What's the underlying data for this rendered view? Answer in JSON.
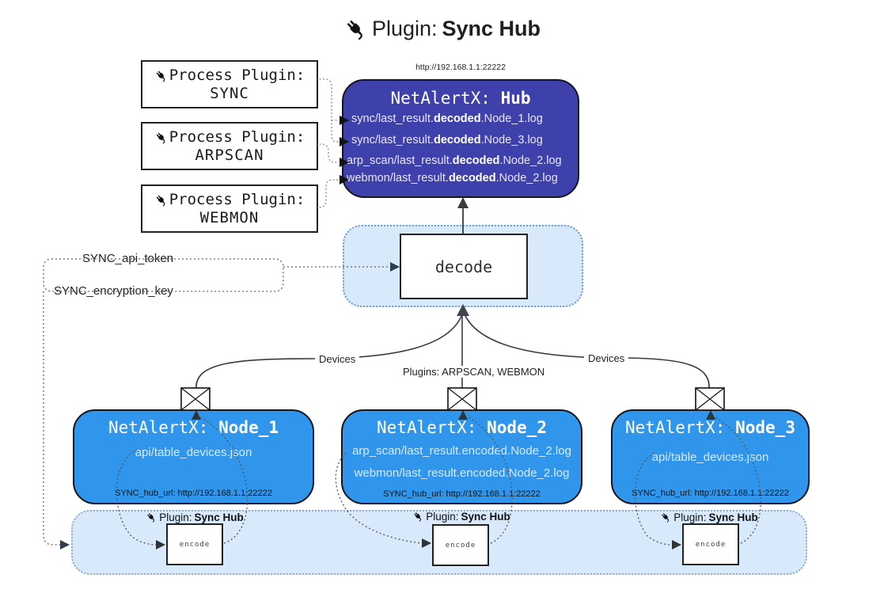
{
  "title": {
    "label": "Plugin:",
    "name": "Sync Hub"
  },
  "process_plugins": {
    "items": [
      {
        "label": "Process Plugin:",
        "name": "SYNC"
      },
      {
        "label": "Process Plugin:",
        "name": "ARPSCAN"
      },
      {
        "label": "Process Plugin:",
        "name": "WEBMON"
      }
    ]
  },
  "hub": {
    "url": "http://192.168.1.1:22222",
    "title_label": "NetAlertX:",
    "title_name": "Hub",
    "logs": [
      {
        "pre": "sync/last_result.",
        "bold": "decoded",
        "post": ".Node_1.log"
      },
      {
        "pre": "sync/last_result.",
        "bold": "decoded",
        "post": ".Node_3.log"
      },
      {
        "pre": "arp_scan/last_result.",
        "bold": "decoded",
        "post": ".Node_2.log"
      },
      {
        "pre": "webmon/last_result.",
        "bold": "decoded",
        "post": ".Node_2.log"
      }
    ]
  },
  "decode_label": "decode",
  "secrets": {
    "api_token": "SYNC_api_token",
    "encryption_key": "SYNC_encryption_key"
  },
  "edges": {
    "left": "Devices",
    "center": "Plugins: ARPSCAN, WEBMON",
    "right": "Devices"
  },
  "nodes": [
    {
      "title_label": "NetAlertX:",
      "title_name": "Node_1",
      "files": [
        "api/table_devices.json"
      ],
      "hub_url": "SYNC_hub_url: http://192.168.1.1:22222"
    },
    {
      "title_label": "NetAlertX:",
      "title_name": "Node_2",
      "files": [
        "arp_scan/last_result.encoded.Node_2.log",
        "webmon/last_result.encoded.Node_2.log"
      ],
      "hub_url": "SYNC_hub_url: http://192.168.1.1:22222"
    },
    {
      "title_label": "NetAlertX:",
      "title_name": "Node_3",
      "files": [
        "api/table_devices.json"
      ],
      "hub_url": "SYNC_hub_url: http://192.168.1.1:22222"
    }
  ],
  "encoders": [
    {
      "label": "Plugin:",
      "name": "Sync Hub",
      "box_label": "encode"
    },
    {
      "label": "Plugin:",
      "name": "Sync Hub",
      "box_label": "encode"
    },
    {
      "label": "Plugin:",
      "name": "Sync Hub",
      "box_label": "encode"
    }
  ],
  "colors": {
    "hub_bg": "#3E40AC",
    "node_bg": "#2F96EC",
    "panel_bg": "#D7E9FA"
  }
}
